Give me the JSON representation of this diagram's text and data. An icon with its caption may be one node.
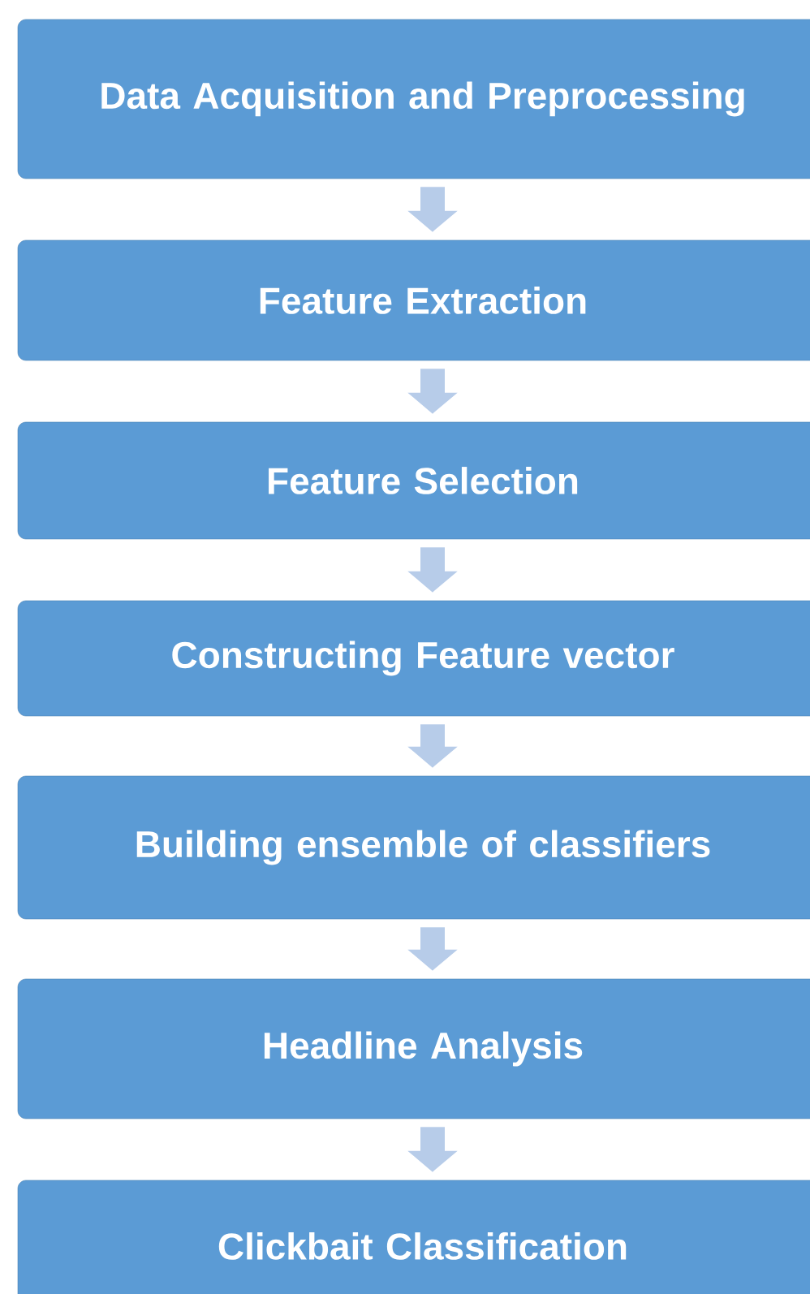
{
  "diagram": {
    "nodes": [
      {
        "text": [
          "Data Acquisition and Preprocessing"
        ]
      },
      {
        "text": [
          "Feature Extraction"
        ]
      },
      {
        "text": [
          "Feature Selection"
        ]
      },
      {
        "text": [
          "Constructing Feature vector"
        ]
      },
      {
        "text": [
          "Building ensemble of classifiers"
        ]
      },
      {
        "text": [
          "Headline Analysis"
        ]
      },
      {
        "text": [
          "Clickbait Classification"
        ]
      }
    ],
    "edges": [
      {
        "from": 0,
        "to": 1,
        "arrow": "to"
      },
      {
        "from": 1,
        "to": 2,
        "arrow": "to"
      },
      {
        "from": 2,
        "to": 3,
        "arrow": "to"
      },
      {
        "from": 3,
        "to": 4,
        "arrow": "to"
      },
      {
        "from": 4,
        "to": 5,
        "arrow": "to"
      },
      {
        "from": 5,
        "to": 6,
        "arrow": "to"
      }
    ]
  }
}
